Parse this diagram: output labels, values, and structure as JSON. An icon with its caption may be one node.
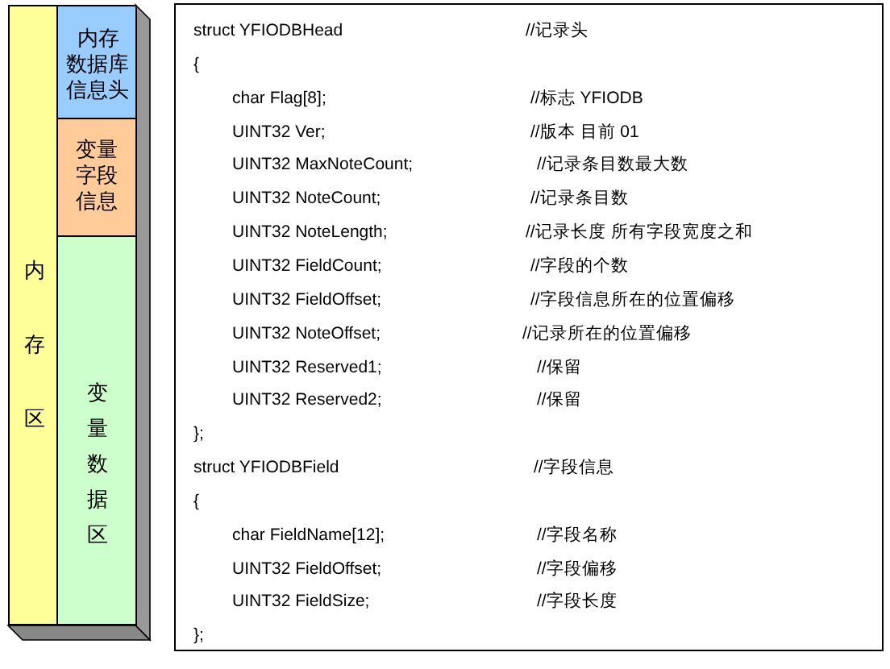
{
  "diagram": {
    "nodes": [
      {
        "text": [
          "内存区"
        ]
      },
      {
        "text": [
          "内存数据库信息头"
        ]
      },
      {
        "text": [
          "变量字段信息"
        ]
      },
      {
        "text": [
          "变量数据区"
        ]
      },
      {
        "text": [
          "struct YFIODBHead",
          "//记录头",
          "{",
          "char Flag[8];",
          "//标志 YFIODB",
          "UINT32 Ver;",
          "//版本 目前 01",
          "UINT32 MaxNoteCount;",
          "//记录条目数最大数",
          "UINT32 NoteCount;",
          "//记录条目数",
          "UINT32 NoteLength;",
          "//记录长度 所有字段宽度之和",
          "UINT32 FieldCount;",
          "//字段的个数",
          "UINT32 FieldOffset;",
          "//字段信息所在的位置偏移",
          "UINT32 NoteOffset;",
          "//记录所在的位置偏移",
          "UINT32 Reserved1;",
          "//保留",
          "UINT32 Reserved2;",
          "//保留",
          "};",
          "struct YFIODBField",
          "//字段信息",
          "{",
          "char FieldName[12];",
          "//字段名称",
          "UINT32 FieldOffset;",
          "//字段偏移",
          "UINT32 FieldSize;",
          "//字段长度",
          "};"
        ]
      }
    ]
  }
}
